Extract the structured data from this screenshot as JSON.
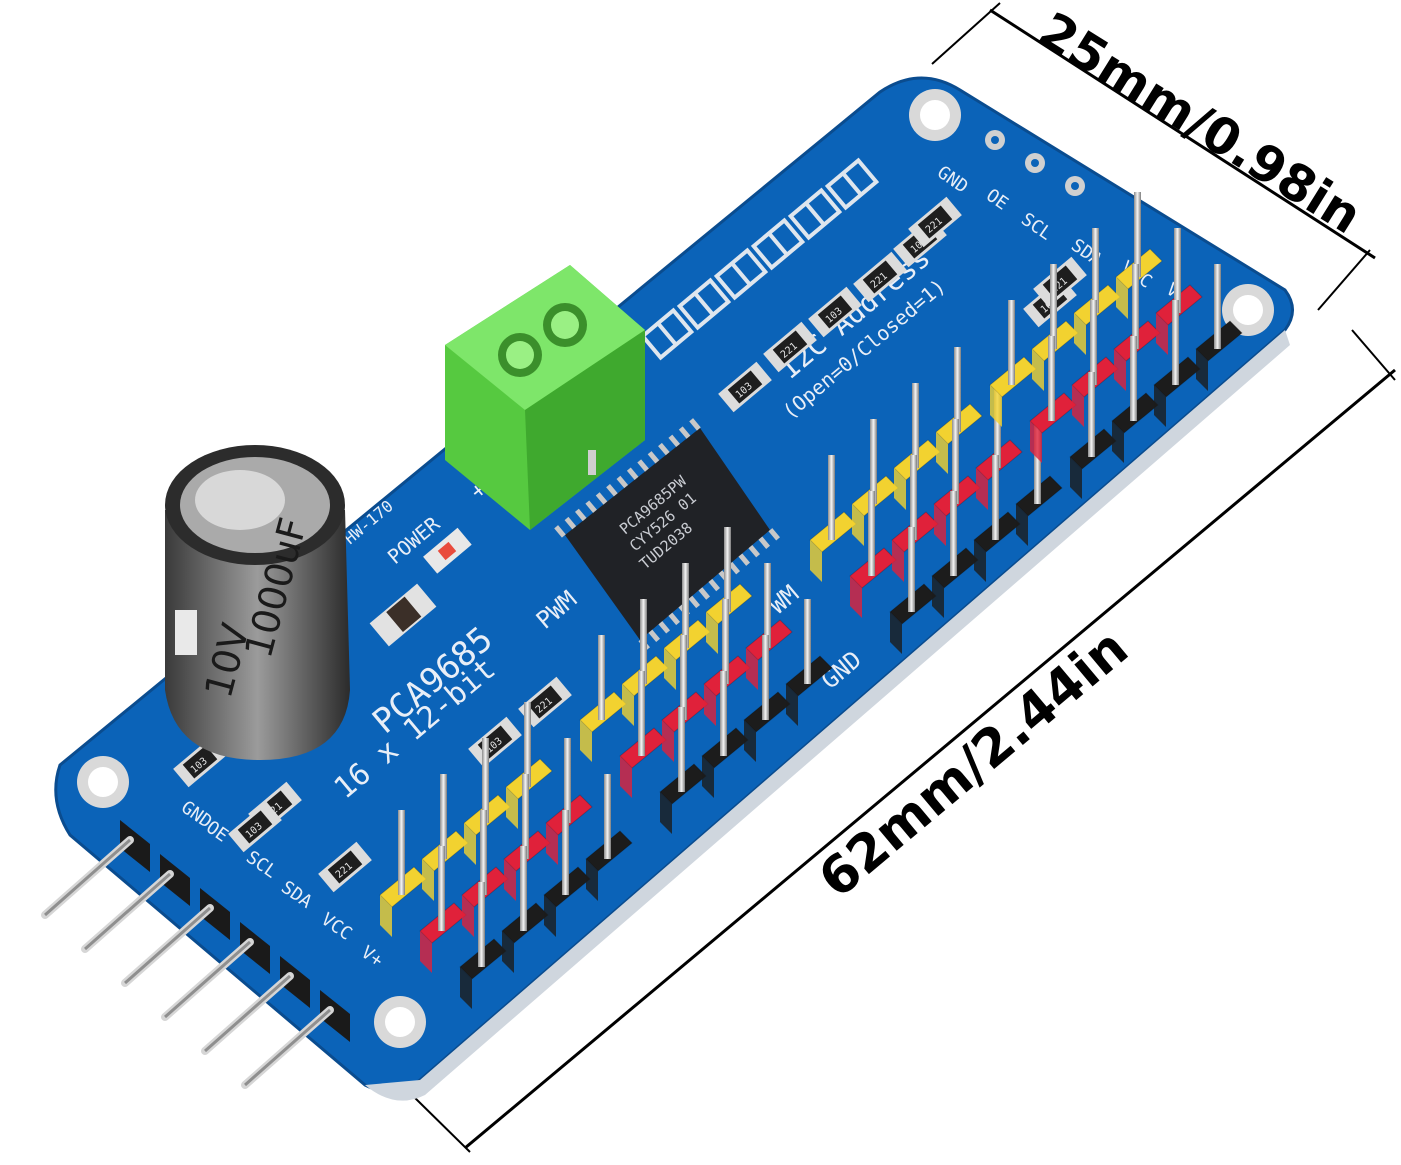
{
  "dimensions": {
    "width_label": "25mm/0.98in",
    "length_label": "62mm/2.44in"
  },
  "board": {
    "model": "HW-170",
    "chip_name": "PCA9685",
    "channels_label": "16 x 12-bit",
    "pwm_label": "PWM",
    "pwm_label_right": "WM",
    "power_label": "POWER",
    "vplus_label": "+V",
    "gnd_label": "GND",
    "i2c_label": "I2C Address",
    "i2c_sub_label": "(Open=0/Closed=1)",
    "left_pins": [
      "GND",
      "OE",
      "SCL",
      "SDA",
      "VCC",
      "V+"
    ],
    "right_pins": [
      "GND",
      "OE",
      "SCL",
      "SDA",
      "VCC",
      "V+"
    ],
    "chip_lines": [
      "PCA9685PW",
      "CYY526  01",
      "TUD2038"
    ],
    "capacitor_lines": [
      "1000uF",
      "10V"
    ],
    "resistor_codes": [
      "103",
      "221",
      "471"
    ]
  },
  "colors": {
    "pcb": "#0b63b8",
    "header_yellow": "#f2d230",
    "header_red": "#e0213a",
    "header_black": "#1c1c1c",
    "terminal_green": "#5fd84a"
  }
}
